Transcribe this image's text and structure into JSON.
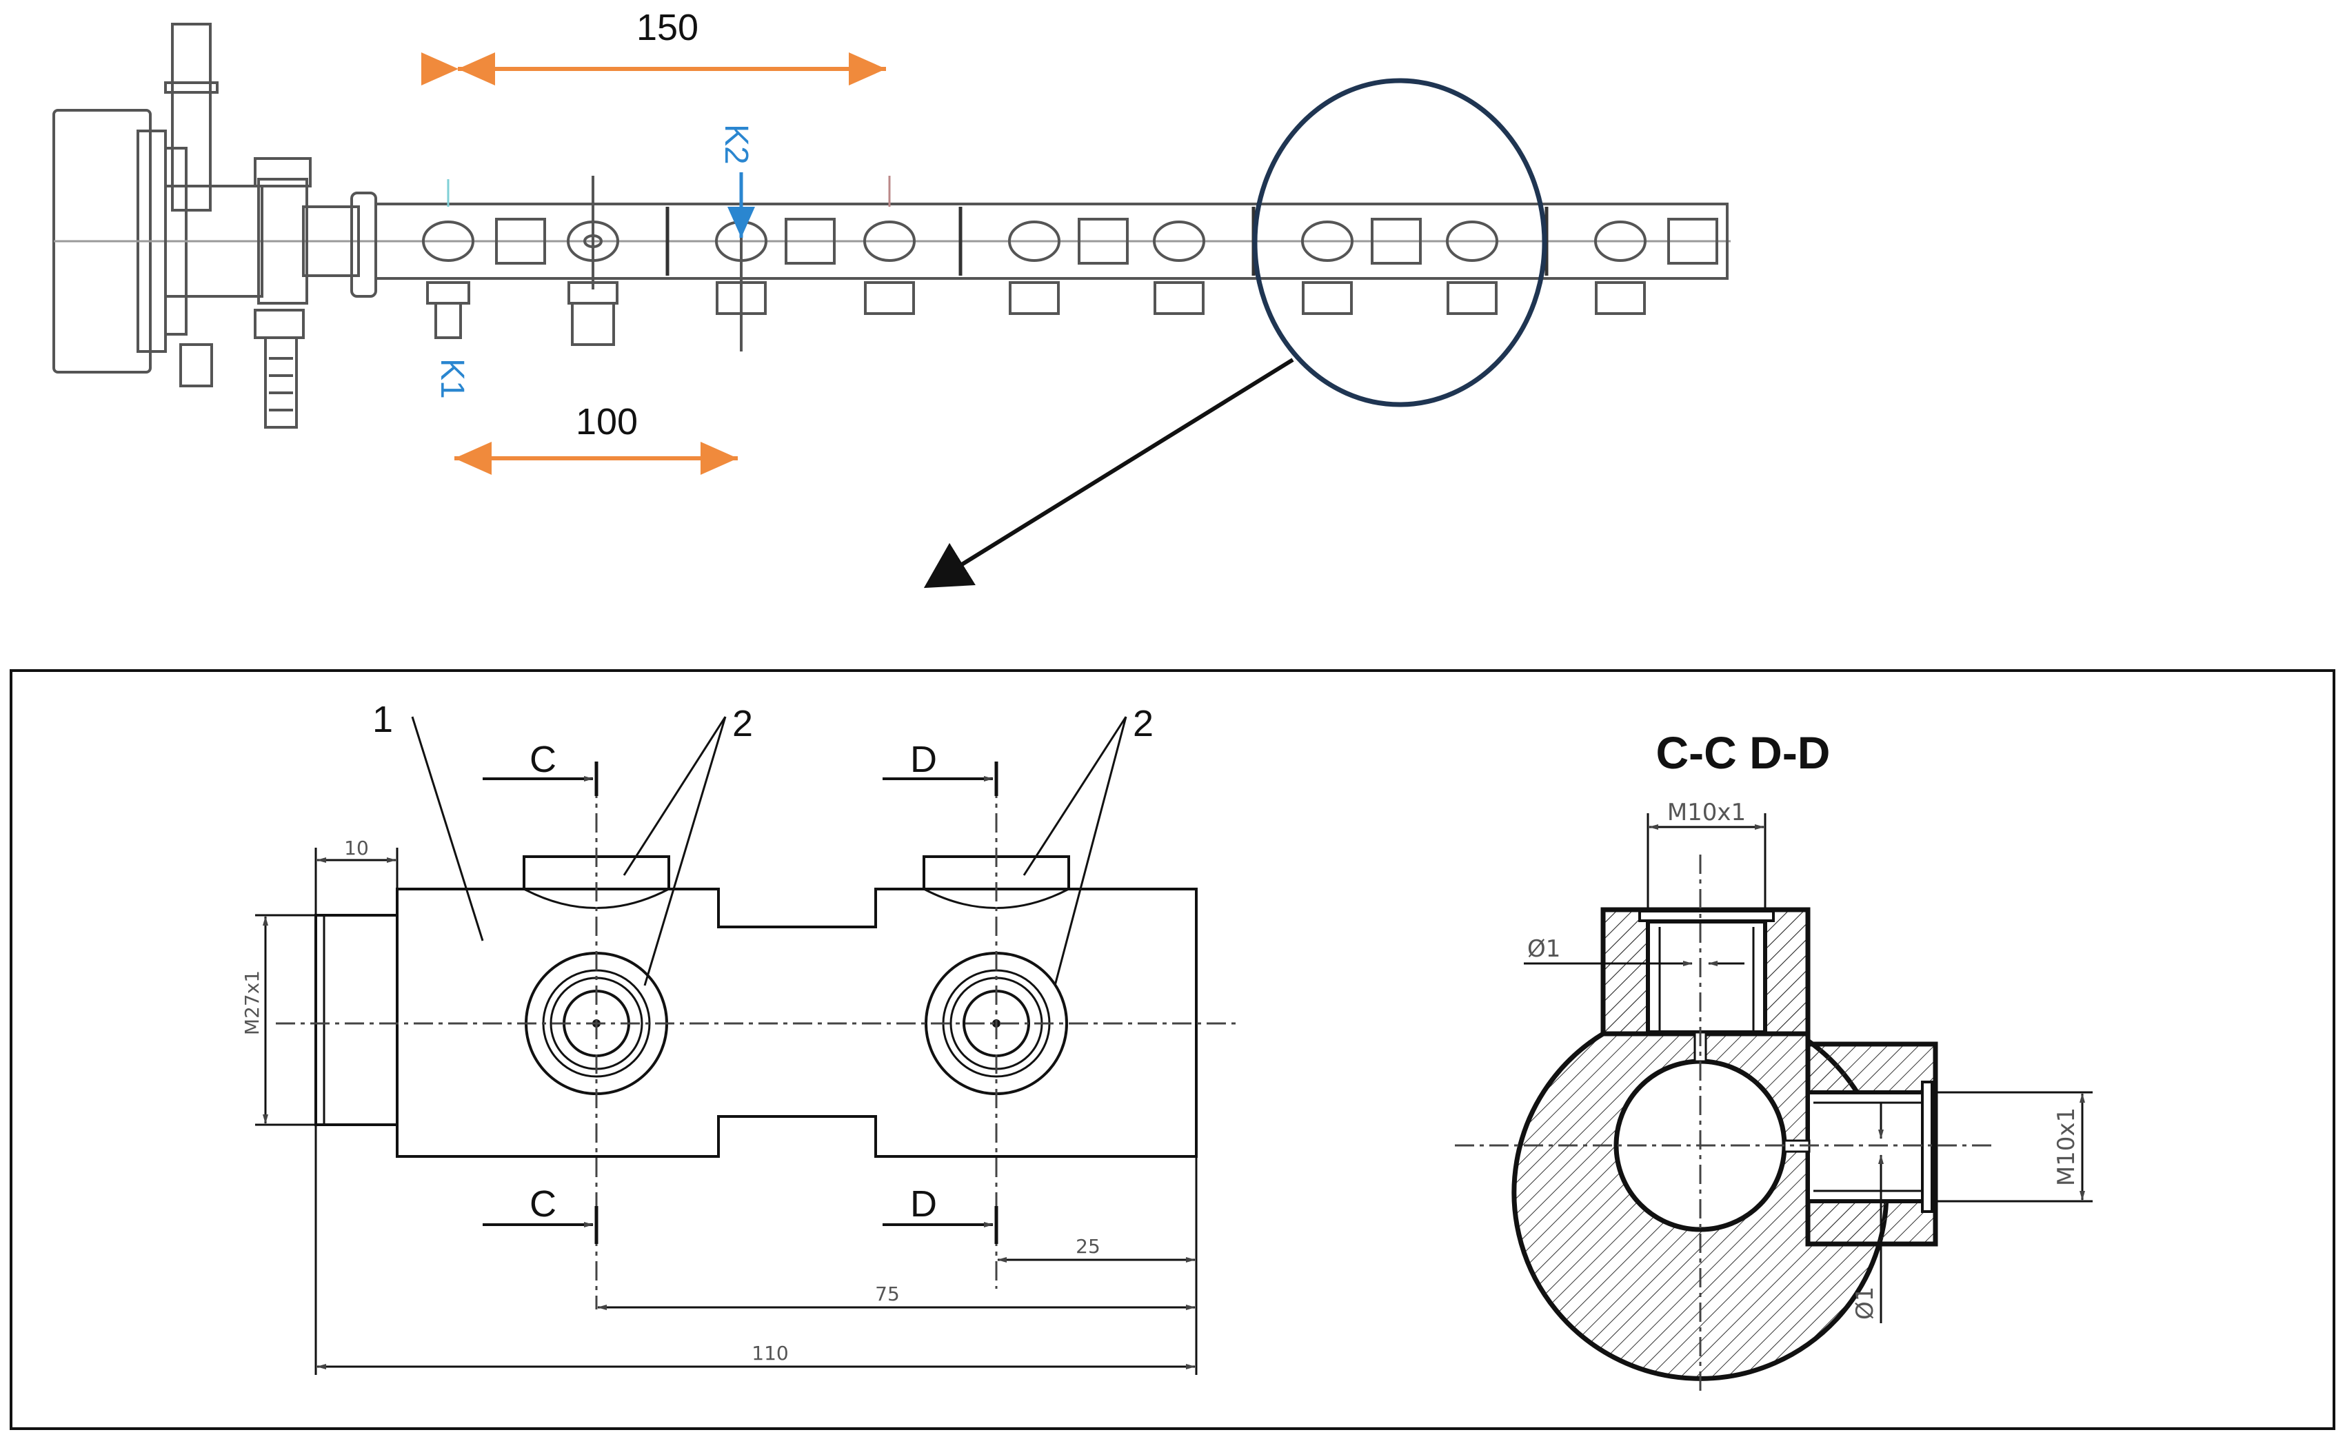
{
  "overview": {
    "dim_top": "150",
    "dim_bottom": "100",
    "label_k1": "K1",
    "label_k2": "K2",
    "colors": {
      "dimension_arrow": "#f08a3c",
      "callout_label": "#2a86d0",
      "detail_circle": "#1f3552"
    }
  },
  "detail": {
    "leader_1": "1",
    "leader_2a": "2",
    "leader_2b": "2",
    "section_c_top": "C",
    "section_c_bottom": "C",
    "section_d_top": "D",
    "section_d_bottom": "D",
    "dim_10": "10",
    "dim_m27": "M27x1",
    "dim_25": "25",
    "dim_75": "75",
    "dim_110": "110"
  },
  "section": {
    "title": "C-C D-D",
    "dim_m10_top": "M10x1",
    "dim_m10_right": "M10x1",
    "dim_d1_left": "Ø1",
    "dim_d1_bottom": "Ø1"
  }
}
